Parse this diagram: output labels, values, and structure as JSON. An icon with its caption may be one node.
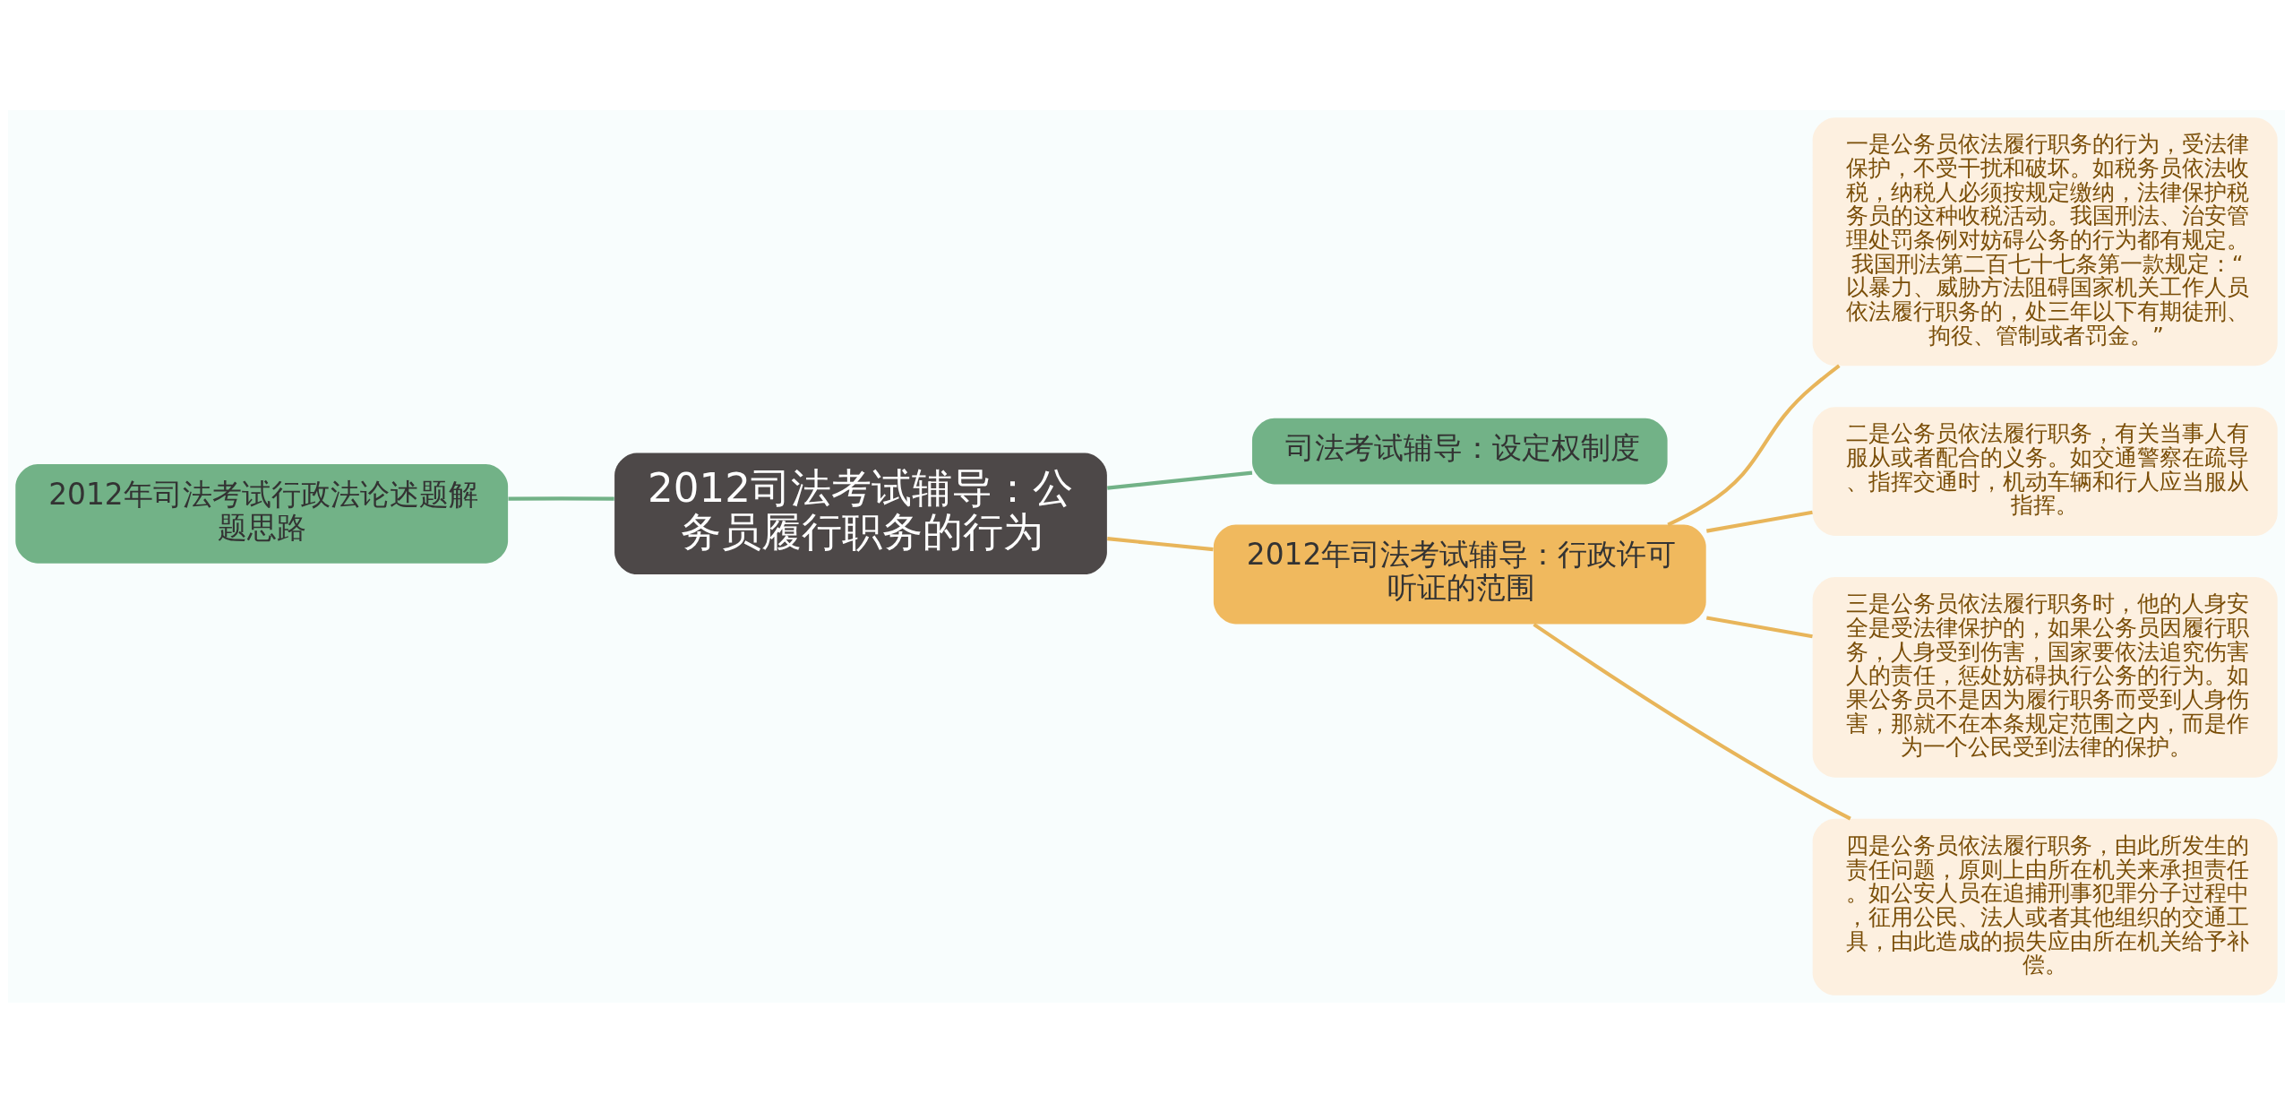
{
  "diagram": {
    "nodes": [
      {
        "text": [
          "2012司法考试辅导：公务员履行职务的行为"
        ]
      },
      {
        "text": [
          "司法考试辅导：设定权制度"
        ]
      },
      {
        "text": [
          "2012年司法考试行政法论述题解题思路"
        ]
      },
      {
        "text": [
          "2012年司法考试辅导：行政许可听证的范围"
        ]
      },
      {
        "text": [
          "一是公务员依法履行职务的行为，受法律保护，不受干扰和破坏。如税务员依法收税，纳税人必须按规定缴纳，法律保护税务员的这种收税活动。我国刑法、治安管理处罚条例对妨碍公务的行为都有规定。我国刑法第二百七十七条第一款规定：“以暴力、威胁方法阻碍国家机关工作人员依法履行职务的，处三年以下有期徒刑、拘役、管制或者罚金。”"
        ]
      },
      {
        "text": [
          "二是公务员依法履行职务，有关当事人有服从或者配合的义务。如交通警察在疏导、指挥交通时，机动车辆和行人应当服从指挥。"
        ]
      },
      {
        "text": [
          "三是公务员依法履行职务时，他的人身安全是受法律保护的，如果公务员因履行职务，人身受到伤害，国家要依法追究伤害人的责任，惩处妨碍执行公务的行为。如果公务员不是因为履行职务而受到人身伤害，那就不在本条规定范围之内，而是作为一个公民受到法律的保护。"
        ]
      },
      {
        "text": [
          "四是公务员依法履行职务，由此所发生的责任问题，原则上由所在机关来承担责任。如公安人员在追捕刑事犯罪分子过程中，征用公民、法人或者其他组织的交通工具，由此造成的损失应由所在机关给予补偿。"
        ]
      }
    ],
    "edges": [
      {
        "from": 0,
        "to": 1,
        "arrow": "none",
        "color": "#72b287"
      },
      {
        "from": 0,
        "to": 2,
        "arrow": "none",
        "color": "#72b287"
      },
      {
        "from": 0,
        "to": 3,
        "arrow": "none"
      },
      {
        "from": 3,
        "to": 4,
        "arrow": "none"
      },
      {
        "from": 3,
        "to": 5,
        "arrow": "none"
      },
      {
        "from": 3,
        "to": 6,
        "arrow": "none"
      },
      {
        "from": 3,
        "to": 7,
        "arrow": "none"
      }
    ]
  }
}
